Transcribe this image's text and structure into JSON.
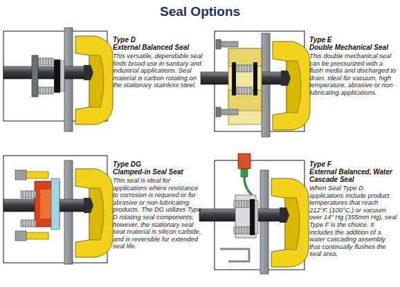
{
  "diagram": {
    "title": "Seal Options",
    "labels": [
      "Type D",
      "External Balanced Seal",
      "This versatile, dependable seal finds broad use in sanitary and industrial applications. Seal material is carbon rotating on the stationary stainless steel.",
      "Type E",
      "Double Mechanical Seal",
      "This double mechanical seal can be pressurized with a flush media and discharged to drain. Ideal for vacuum, high temperature, abrasive or non-lubricating applications.",
      "Type DG",
      "Clamped-in Seal Seat",
      "This seal is ideal for applications where resistance to corrosion is required or for abrasive or non-lubricating products. The DG utilizes Type D rotating seal components; however, the stationary seal seat material is silicon carbide, and is reversible for extended seal life.",
      "Type F",
      "External Balanced, Water Cascade Seal",
      "When Seal Type D applications include product temperatures that reach 212°F. (100°C.) or vacuum over 14\" Hg (355mm Hg), seal Type F is the choice. It includes the addition of a water cascading assembly that continually flushes the seal area."
    ]
  }
}
